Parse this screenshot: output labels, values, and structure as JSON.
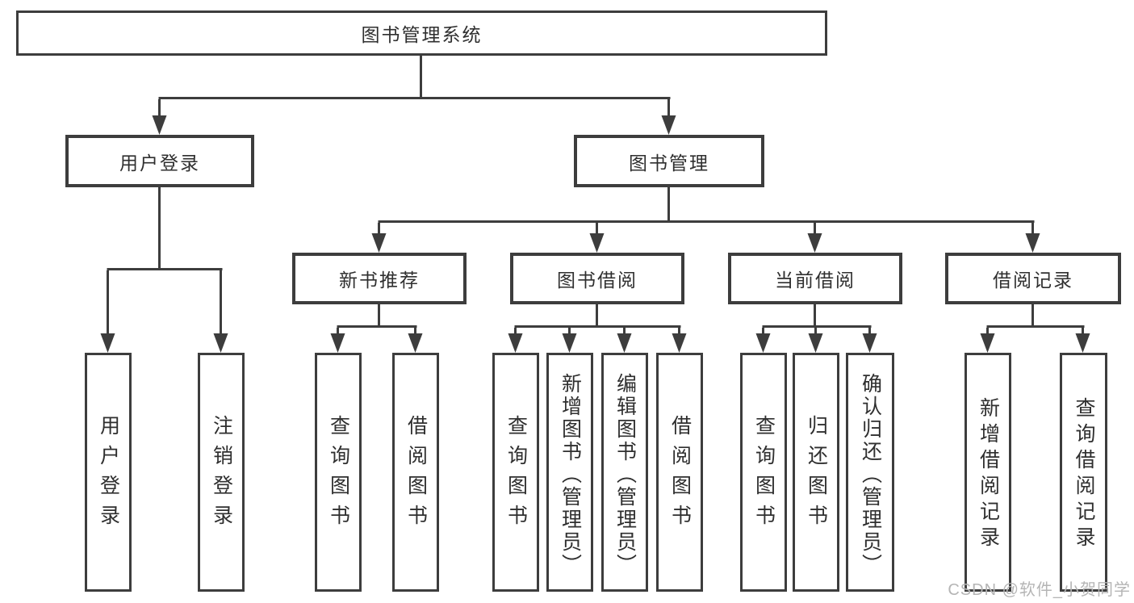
{
  "tree": {
    "label": "图书管理系统",
    "children": [
      {
        "label": "用户登录",
        "children": [
          {
            "label": "用户登录"
          },
          {
            "label": "注销登录"
          }
        ]
      },
      {
        "label": "图书管理",
        "children": [
          {
            "label": "新书推荐",
            "children": [
              {
                "label": "查询图书"
              },
              {
                "label": "借阅图书"
              }
            ]
          },
          {
            "label": "图书借阅",
            "children": [
              {
                "label": "查询图书"
              },
              {
                "label": "新增图书（管理员）"
              },
              {
                "label": "编辑图书（管理员）"
              },
              {
                "label": "借阅图书"
              }
            ]
          },
          {
            "label": "当前借阅",
            "children": [
              {
                "label": "查询图书"
              },
              {
                "label": "归还图书"
              },
              {
                "label": "确认归还（管理员）"
              }
            ]
          },
          {
            "label": "借阅记录",
            "children": [
              {
                "label": "新增借阅记录"
              },
              {
                "label": "查询借阅记录"
              }
            ]
          }
        ]
      }
    ]
  },
  "watermark": {
    "text": "CSDN @软件_小贺同学"
  },
  "colors": {
    "line": "#3d3d3d",
    "border": "#3d3d3d",
    "text": "#2f2f2f",
    "watermark": "#b5b5b5",
    "background": "#ffffff"
  }
}
